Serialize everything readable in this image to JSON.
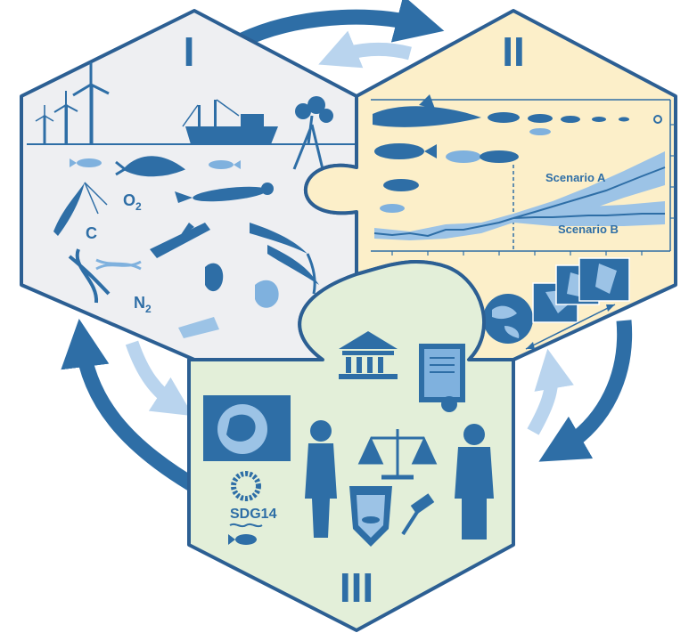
{
  "panels": {
    "p1": {
      "numeral": "I"
    },
    "p2": {
      "numeral": "II",
      "scenario_a": "Scenario A",
      "scenario_b": "Scenario B"
    },
    "p3": {
      "numeral": "III",
      "sdg_label": "SDG",
      "sdg_number": "14"
    }
  },
  "chemistry": {
    "oxygen": "O",
    "oxygen_sub": "2",
    "carbon": "C",
    "nitrogen": "N",
    "nitrogen_sub": "2"
  },
  "colors": {
    "primary_blue": "#2e6ea6",
    "light_blue": "#9cc3e6",
    "panel_gray": "#eeeff2",
    "panel_yellow": "#fcefc9",
    "panel_green": "#e3efd9",
    "outline": "#2c5f93"
  },
  "icons": [
    "wind-turbine-icon",
    "fishing-vessel-icon",
    "mangrove-icon",
    "whale-icon",
    "fish-icon",
    "diver-icon",
    "glider-icon",
    "krill-icon",
    "dna-icon",
    "kelp-icon",
    "jellyfish-icon",
    "shark-icon",
    "globe-icon",
    "map-zoom-icon",
    "institution-icon",
    "certificate-icon",
    "scales-of-justice-icon",
    "gavel-icon",
    "police-badge-icon",
    "person-woman-icon",
    "person-man-icon",
    "antarctica-map-icon",
    "sdg14-logo"
  ]
}
